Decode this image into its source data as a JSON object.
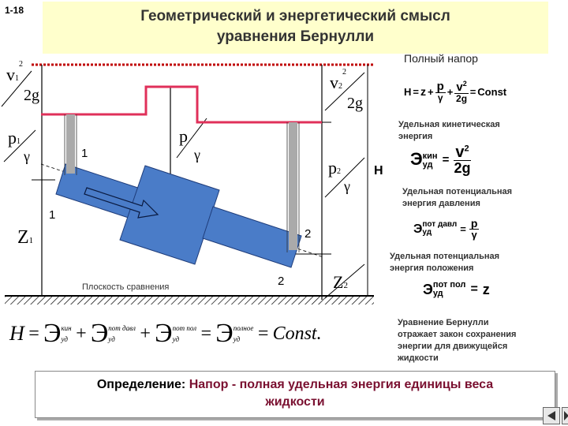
{
  "slide": {
    "number": "1-18"
  },
  "title": {
    "line1": "Геометрический и энергетический смысл",
    "line2": "уравнения Бернулли"
  },
  "diagram": {
    "v1_num": "v",
    "v1_sub": "1",
    "v1_sup": "2",
    "v1_den": "2g",
    "p1_num": "p",
    "p1_sub": "1",
    "p1_den": "γ",
    "z1": "Z",
    "z1_sub": "1",
    "v2_num": "v",
    "v2_sub": "2",
    "v2_sup": "2",
    "v2_den": "2g",
    "p2_num": "p",
    "p2_sub": "2",
    "p2_den": "γ",
    "z2": "Z",
    "z2_sub": "2",
    "p_mid_num": "p",
    "p_mid_den": "γ",
    "H": "H",
    "label_1a": "1",
    "label_1b": "1",
    "label_2a": "2",
    "label_2b": "2",
    "plane_label": "Плоскость сравнения"
  },
  "right_panel": {
    "full_head": "Полный напор",
    "formula1": {
      "H": "H",
      "eq": "=",
      "z": "z",
      "plus1": "+",
      "p": "p",
      "gamma": "γ",
      "plus2": "+",
      "v": "v",
      "sup": "2",
      "g2": "2g",
      "eq2": "=",
      "const": "Const"
    },
    "kinetic": {
      "line1": "Удельная кинетическая",
      "line2": "энергия"
    },
    "kin_formula": {
      "E": "Э",
      "sup": "кин",
      "sub": "уд",
      "eq": "=",
      "v": "v",
      "vsup": "2",
      "den": "2g"
    },
    "pressure": {
      "line1": "Удельная потенциальная",
      "line2": "энергия давления"
    },
    "pr_formula": {
      "E": "Э",
      "sup": "пот давл",
      "sub": "уд",
      "eq": "=",
      "p": "p",
      "gamma": "γ"
    },
    "position": {
      "line1": "Удельная потенциальная",
      "line2": "энергия положения"
    },
    "pos_formula": {
      "E": "Э",
      "sup": "пот пол",
      "sub": "уд",
      "eq": "=",
      "z": "z"
    },
    "conclusion": {
      "line1": "Уравнение Бернулли",
      "line2": "отражает закон сохранения",
      "line3": "энергии для движущейся",
      "line4": "жидкости"
    }
  },
  "bottom_equation": {
    "H": "H",
    "eq": "=",
    "t1_sup": "кин",
    "t1_sub": "уд",
    "plus1": "+",
    "t2_sup": "пот давл",
    "t2_sub": "уд",
    "plus2": "+",
    "t3_sup": "пот пол",
    "t3_sub": "уд",
    "eq2": "=",
    "t4_sup": "полное",
    "t4_sub": "уд",
    "eq3": "=",
    "const": "Const.",
    "E": "Э"
  },
  "definition": {
    "label": "Определение:",
    "text1": " Напор - полная удельная энергия единицы веса",
    "text2": "жидкости"
  },
  "colors": {
    "title_bg": "#ffffcc",
    "pipe": "#4a7cc8",
    "head_line": "#e0305a",
    "tube": "#aaaaaa",
    "definition": "#7a1030"
  }
}
